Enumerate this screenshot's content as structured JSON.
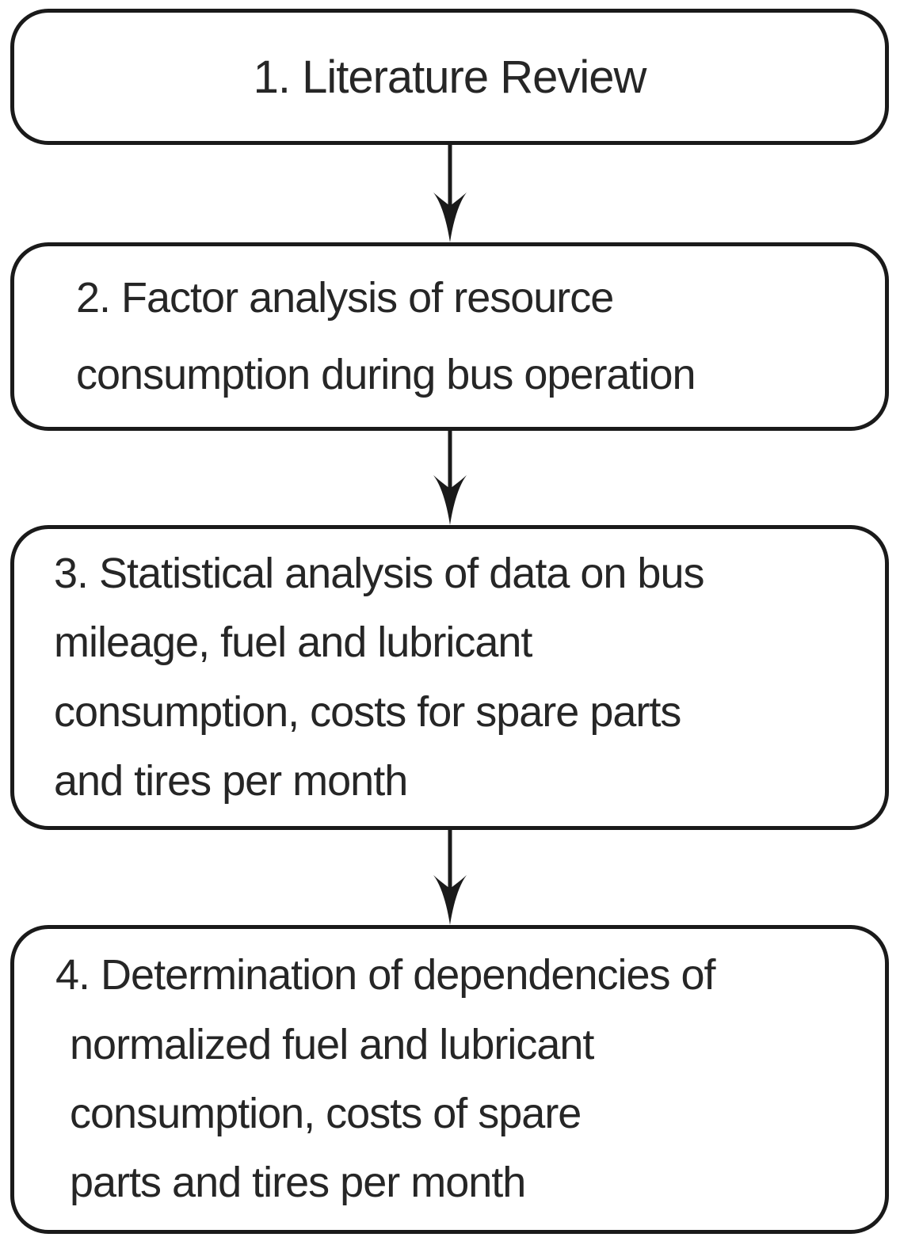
{
  "flowchart": {
    "type": "flowchart",
    "direction": "top-down",
    "colors": {
      "box_border": "#1a1a1a",
      "box_fill": "#ffffff",
      "text": "#262626",
      "arrow": "#1a1a1a",
      "page_background": "#ffffff"
    },
    "steps": [
      {
        "number": "1",
        "align": "center",
        "lines": [
          "1. Literature Review"
        ]
      },
      {
        "number": "2",
        "align": "left",
        "lines": [
          "2. Factor analysis of resource",
          "consumption during bus operation"
        ]
      },
      {
        "number": "3",
        "align": "left",
        "lines": [
          "3. Statistical analysis of data on bus",
          "mileage, fuel and lubricant",
          "consumption, costs for spare parts",
          "and tires per month"
        ]
      },
      {
        "number": "4",
        "align": "left",
        "lines": [
          "4. Determination of dependencies of",
          "normalized fuel and lubricant",
          "consumption, costs of spare",
          "parts and tires per month"
        ]
      }
    ],
    "connectors": [
      {
        "from": "1",
        "to": "2",
        "shape": "down-arrow"
      },
      {
        "from": "2",
        "to": "3",
        "shape": "down-arrow"
      },
      {
        "from": "3",
        "to": "4",
        "shape": "down-arrow"
      }
    ]
  }
}
